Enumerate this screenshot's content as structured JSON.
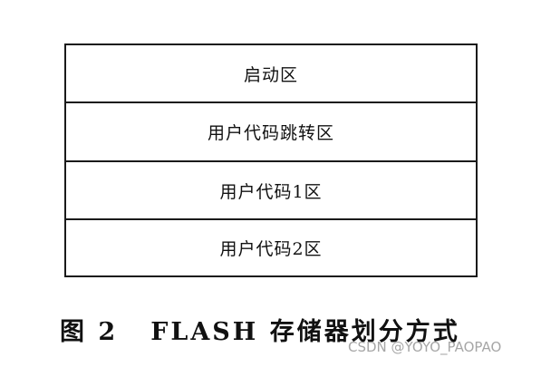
{
  "partitions": [
    {
      "label": "启动区"
    },
    {
      "label": "用户代码跳转区"
    },
    {
      "label": "用户代码1区"
    },
    {
      "label": "用户代码2区"
    }
  ],
  "caption": {
    "number": "图 2",
    "text": "FLASH 存储器划分方式"
  },
  "watermark": "CSDN @YOYO_PAOPAO"
}
